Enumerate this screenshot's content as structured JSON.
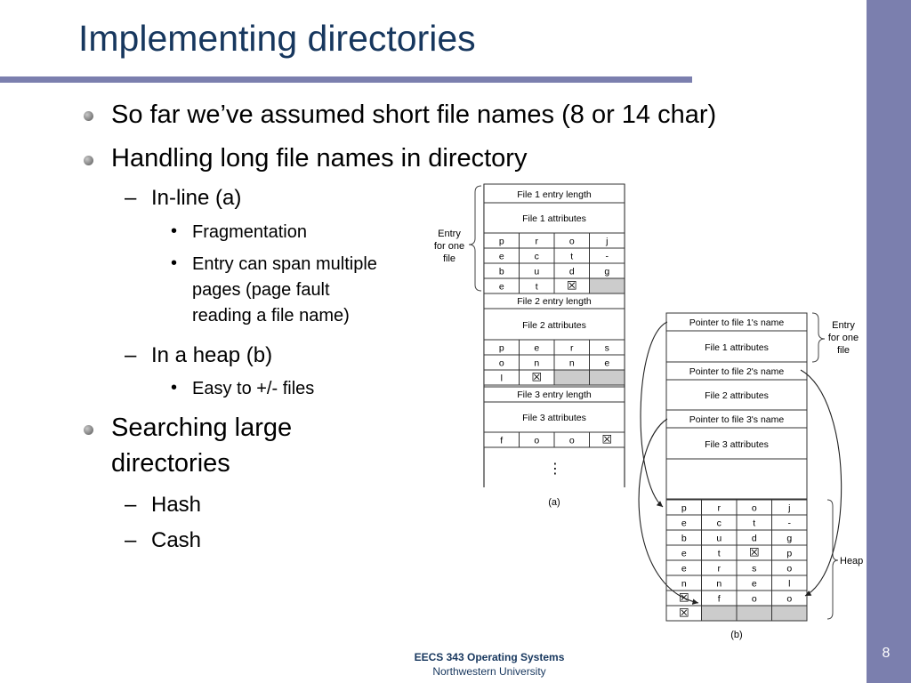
{
  "slide": {
    "title": "Implementing directories",
    "number": "8"
  },
  "bullets": {
    "b1": "So far we’ve assumed short file names (8 or 14 char)",
    "b2": "Handling long file names in directory",
    "b2_sub1": "In-line (a)",
    "b2_sub1_items": [
      "Fragmentation",
      "Entry can span multiple",
      "pages (page fault",
      "reading a file name)"
    ],
    "b2_sub2": "In a heap (b)",
    "b2_sub2_items": [
      "Easy to +/- files"
    ],
    "b3_line1": "Searching large",
    "b3_line2": "directories",
    "b3_sub": [
      "Hash",
      "Cash"
    ]
  },
  "footer": {
    "course": "EECS 343 Operating Systems",
    "school": "Northwestern University"
  },
  "figure_a": {
    "caption": "(a)",
    "entry_label": [
      "Entry",
      "for one",
      "file"
    ],
    "file1_length": "File 1 entry length",
    "file1_attrs": "File 1 attributes",
    "file1_chars": [
      [
        "p",
        "r",
        "o",
        "j"
      ],
      [
        "e",
        "c",
        "t",
        "-"
      ],
      [
        "b",
        "u",
        "d",
        "g"
      ],
      [
        "e",
        "t",
        "☒",
        ""
      ]
    ],
    "file2_length": "File 2 entry length",
    "file2_attrs": "File 2 attributes",
    "file2_chars": [
      [
        "p",
        "e",
        "r",
        "s"
      ],
      [
        "o",
        "n",
        "n",
        "e"
      ],
      [
        "l",
        "☒",
        "",
        ""
      ]
    ],
    "file3_length": "File 3 entry length",
    "file3_attrs": "File 3 attributes",
    "file3_chars": [
      [
        "f",
        "o",
        "o",
        "☒"
      ]
    ],
    "ellipsis": "⋮"
  },
  "figure_b": {
    "caption": "(b)",
    "entry_label": [
      "Entry",
      "for one",
      "file"
    ],
    "heap_label": "Heap",
    "ptr1": "Pointer to file 1's name",
    "attrs1": "File 1 attributes",
    "ptr2": "Pointer to file 2's name",
    "attrs2": "File 2 attributes",
    "ptr3": "Pointer to file 3's name",
    "attrs3": "File 3 attributes",
    "heap_chars": [
      [
        "p",
        "r",
        "o",
        "j"
      ],
      [
        "e",
        "c",
        "t",
        "-"
      ],
      [
        "b",
        "u",
        "d",
        "g"
      ],
      [
        "e",
        "t",
        "☒",
        "p"
      ],
      [
        "e",
        "r",
        "s",
        "o"
      ],
      [
        "n",
        "n",
        "e",
        "l"
      ],
      [
        "☒",
        "f",
        "o",
        "o"
      ],
      [
        "☒",
        "",
        "",
        ""
      ]
    ]
  }
}
